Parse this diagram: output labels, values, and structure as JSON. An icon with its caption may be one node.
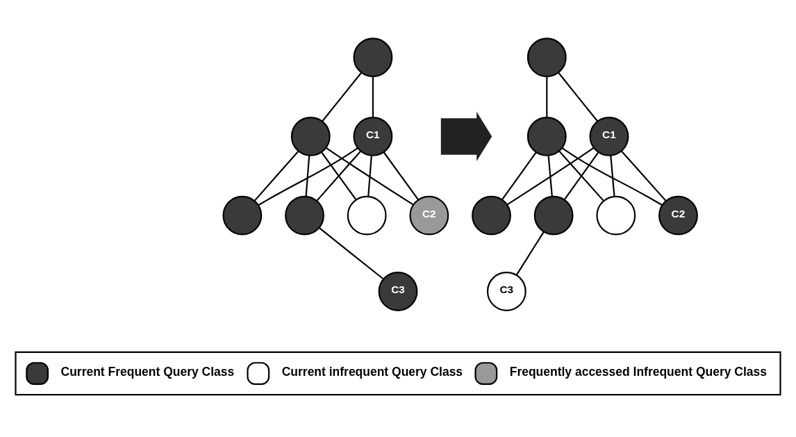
{
  "diagram": {
    "nodes": [
      {
        "text": [],
        "shape": "circle"
      },
      {
        "text": [],
        "shape": "circle"
      },
      {
        "text": [
          "C1"
        ]
      },
      {
        "text": [],
        "shape": "circle"
      },
      {
        "text": [],
        "shape": "circle"
      },
      {
        "text": [],
        "shape": "circle"
      },
      {
        "text": [
          "C2"
        ]
      },
      {
        "text": [
          "C3"
        ]
      },
      {
        "text": [],
        "shape": "circle"
      },
      {
        "text": [],
        "shape": "circle"
      },
      {
        "text": [
          "C1"
        ]
      },
      {
        "text": [],
        "shape": "circle"
      },
      {
        "text": [],
        "shape": "circle"
      },
      {
        "text": [],
        "shape": "circle"
      },
      {
        "text": [
          "C2"
        ]
      },
      {
        "text": [
          "C3"
        ]
      },
      {
        "text": [],
        "shape": "arrow"
      }
    ],
    "edges": [
      {
        "from": 0,
        "to": 1,
        "arrow": "none"
      },
      {
        "from": 0,
        "to": 2,
        "arrow": "none"
      },
      {
        "from": 1,
        "to": 3,
        "arrow": "none"
      },
      {
        "from": 1,
        "to": 4,
        "arrow": "none"
      },
      {
        "from": 1,
        "to": 5,
        "arrow": "none"
      },
      {
        "from": 1,
        "to": 6,
        "arrow": "none"
      },
      {
        "from": 2,
        "to": 3,
        "arrow": "none"
      },
      {
        "from": 2,
        "to": 4,
        "arrow": "none"
      },
      {
        "from": 2,
        "to": 5,
        "arrow": "none"
      },
      {
        "from": 2,
        "to": 6,
        "arrow": "none"
      },
      {
        "from": 4,
        "to": 7,
        "arrow": "none"
      },
      {
        "from": 8,
        "to": 9,
        "arrow": "none"
      },
      {
        "from": 8,
        "to": 10,
        "arrow": "none"
      },
      {
        "from": 9,
        "to": 11,
        "arrow": "none"
      },
      {
        "from": 9,
        "to": 12,
        "arrow": "none"
      },
      {
        "from": 9,
        "to": 13,
        "arrow": "none"
      },
      {
        "from": 9,
        "to": 14,
        "arrow": "none"
      },
      {
        "from": 10,
        "to": 11,
        "arrow": "none"
      },
      {
        "from": 10,
        "to": 12,
        "arrow": "none"
      },
      {
        "from": 10,
        "to": 13,
        "arrow": "none"
      },
      {
        "from": 10,
        "to": 14,
        "arrow": "none"
      },
      {
        "from": 12,
        "to": 15,
        "arrow": "none"
      }
    ],
    "legend": [
      {
        "text": "Current Frequent Query Class",
        "color": "#3a3a3a"
      },
      {
        "text": "Current infrequent Query Class",
        "color": "#ffffff"
      },
      {
        "text": "Frequently accessed Infrequent Query Class",
        "color": "#999999"
      }
    ]
  }
}
